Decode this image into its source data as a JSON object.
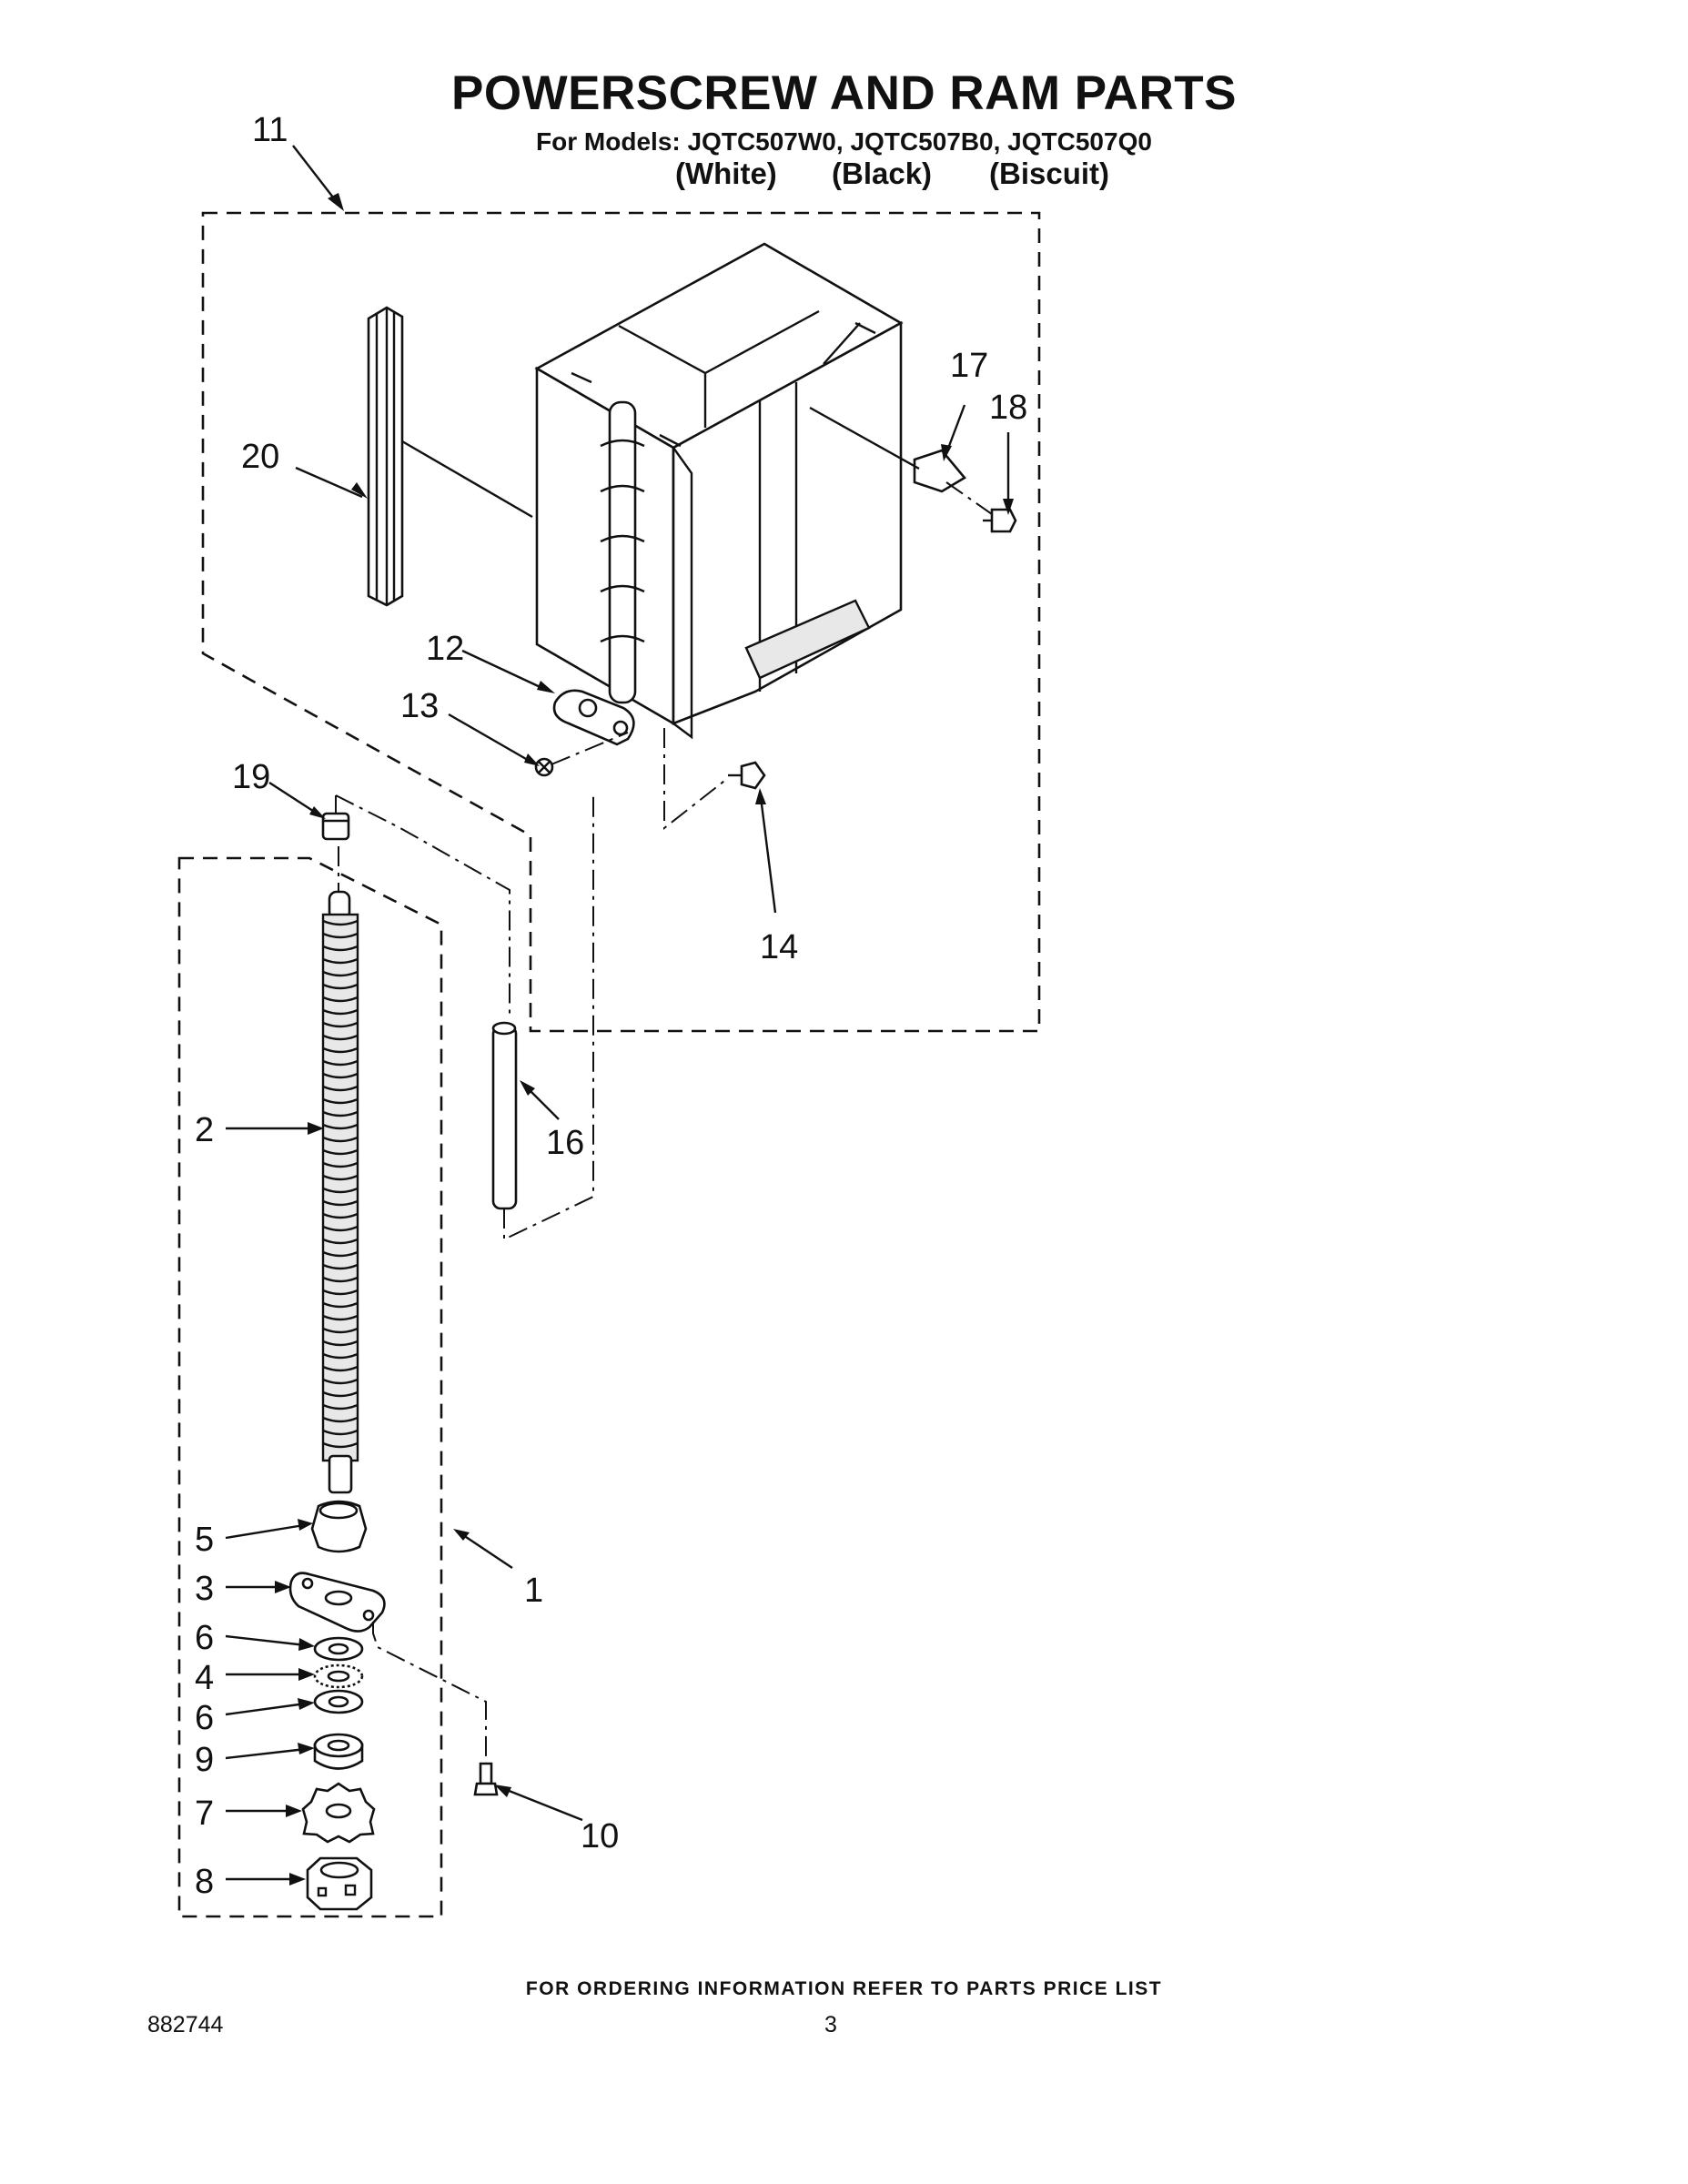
{
  "header": {
    "title": "POWERSCREW AND RAM PARTS",
    "models_line": "For Models: JQTC507W0, JQTC507B0, JQTC507Q0",
    "colors": [
      "(White)",
      "(Black)",
      "(Biscuit)"
    ]
  },
  "diagram": {
    "callouts": [
      "11",
      "20",
      "17",
      "18",
      "12",
      "13",
      "19",
      "14",
      "2",
      "16",
      "5",
      "1",
      "3",
      "6",
      "4",
      "6",
      "9",
      "7",
      "10",
      "8"
    ]
  },
  "footer": {
    "ordering_note": "FOR ORDERING INFORMATION REFER TO PARTS PRICE LIST",
    "document_number": "882744",
    "page_number": "3"
  }
}
